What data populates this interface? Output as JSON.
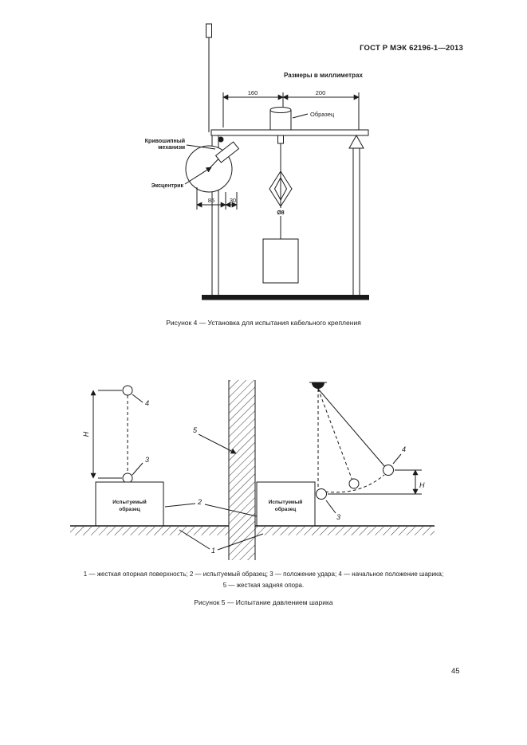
{
  "page": {
    "header": "ГОСТ Р МЭК 62196-1—2013",
    "page_number": "45"
  },
  "figure4": {
    "units_note": "Размеры в миллиметрах",
    "caption": "Рисунок 4 — Установка для испытания кабельного крепления",
    "labels": {
      "dim_top_left": "160",
      "dim_top_right": "200",
      "dim_bottom_left": "85",
      "dim_bottom_right": "30",
      "sample": "Образец",
      "crank_line1": "Кривошипный",
      "crank_line2": "механизм",
      "eccentric": "Эксцентрик",
      "diameter": "Ø8"
    }
  },
  "figure5": {
    "caption": "Рисунок 5 — Испытание давлением шарика",
    "labels": {
      "height_left": "Н",
      "height_right": "Н",
      "ball_start_left": "4",
      "impact_left": "3",
      "back_support": "5",
      "specimen_ref": "2",
      "surface_ref": "1",
      "ball_start_right": "4",
      "impact_right": "3",
      "specimen_left_line1": "Испытуемый",
      "specimen_left_line2": "образец",
      "specimen_right_line1": "Испытуемый",
      "specimen_right_line2": "образец"
    },
    "legend_line1": "1 — жесткая опорная поверхность; 2 — испытуемый образец; 3 — положение удара; 4 — начальное положение шарика;",
    "legend_line2": "5 — жесткая задняя опора."
  }
}
